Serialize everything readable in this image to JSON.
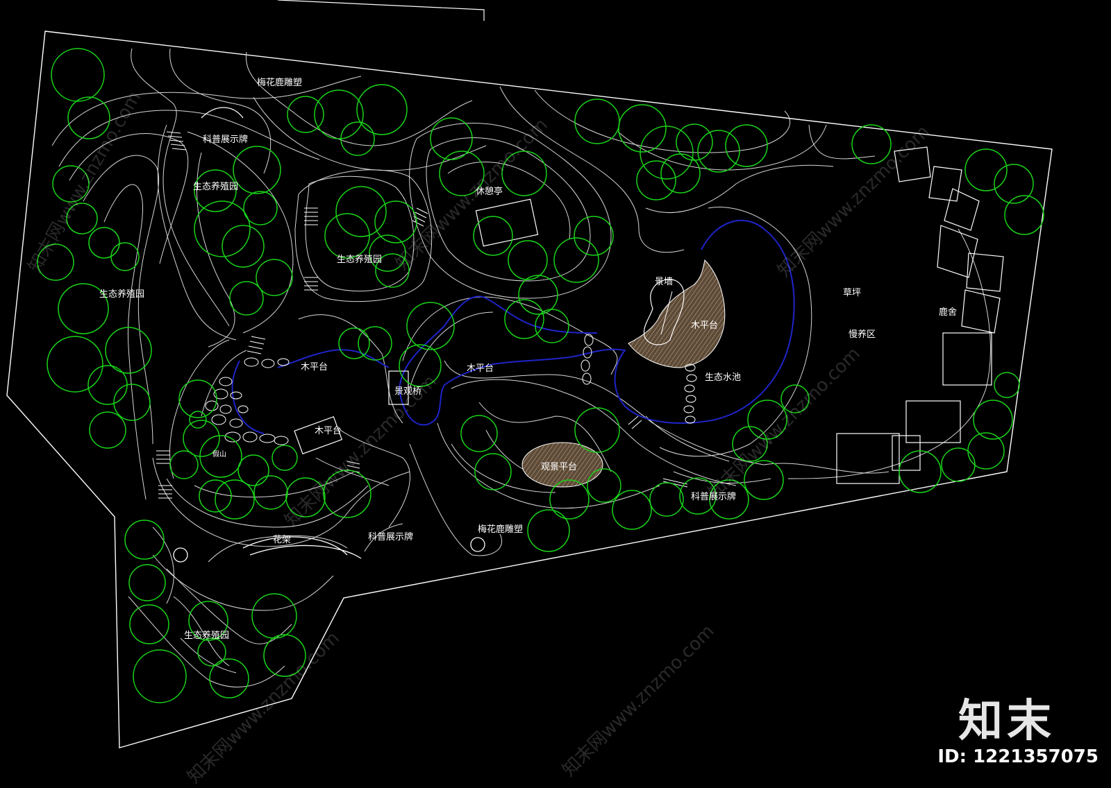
{
  "colors": {
    "background": "#000000",
    "line": "#ffffff",
    "tree": "#19d419",
    "water": "#1f24c8",
    "hatch": "#8a7258"
  },
  "labels": {
    "meihua_top": "梅花鹿雕塑",
    "kepu_top": "科普展示牌",
    "shengtai_upper": "生态养殖园",
    "shengtai_left": "生态养殖园",
    "shengtai_mid": "生态养殖园",
    "shengtai_bottom": "生态养殖园",
    "xiuxiting": "休憩亭",
    "jingqiang": "景墙",
    "mupingtai_pond": "木平台",
    "mupingtai_left": "木平台",
    "mupingtai_mid": "木平台",
    "mupingtai_low": "木平台",
    "jingguanqiao": "景观桥",
    "shengtai_pond": "生态水池",
    "caoping": "草坪",
    "mansu": "慢养区",
    "lushe": "鹿舍",
    "guanjing": "观景平台",
    "kepu_right": "科普展示牌",
    "kepu_bottom": "科普展示牌",
    "meihua_bottom": "梅花鹿雕塑",
    "huajia": "花架",
    "jiashan": "假山"
  },
  "watermark": {
    "logo": "知末",
    "id": "ID: 1221357075",
    "diag": "知末网www.znzmo.com"
  }
}
